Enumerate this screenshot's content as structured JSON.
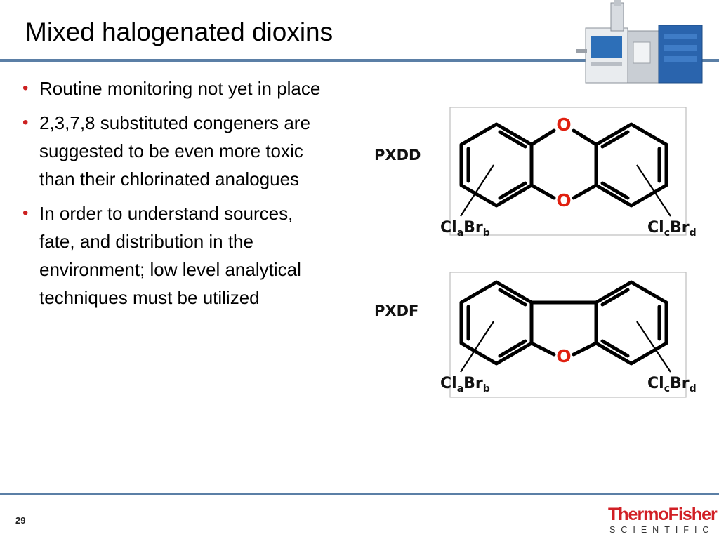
{
  "slide": {
    "title": "Mixed halogenated dioxins",
    "bullets": [
      "Routine monitoring not yet in place",
      "2,3,7,8 substituted congeners are suggested to be even more toxic than their chlorinated analogues",
      "In order to understand sources, fate, and distribution in the environment; low level analytical techniques must be utilized"
    ],
    "page_number": "29"
  },
  "structures": {
    "pxdd": {
      "name": "PXDD",
      "oxygen_top": "O",
      "oxygen_bottom": "O",
      "left_sub": {
        "cl": "Cl",
        "cl_idx": "a",
        "br": "Br",
        "br_idx": "b"
      },
      "right_sub": {
        "cl": "Cl",
        "cl_idx": "c",
        "br": "Br",
        "br_idx": "d"
      }
    },
    "pxdf": {
      "name": "PXDF",
      "oxygen": "O",
      "left_sub": {
        "cl": "Cl",
        "cl_idx": "a",
        "br": "Br",
        "br_idx": "b"
      },
      "right_sub": {
        "cl": "Cl",
        "cl_idx": "c",
        "br": "Br",
        "br_idx": "d"
      }
    }
  },
  "logo": {
    "brand": "ThermoFisher",
    "tagline": "SCIENTIFIC"
  },
  "colors": {
    "rule": "#5b7fa6",
    "bullet": "#cc2020",
    "oxygen": "#e02010",
    "brand": "#d11f25"
  },
  "icons": {
    "instrument": "mass-spectrometer-instrument-icon"
  }
}
